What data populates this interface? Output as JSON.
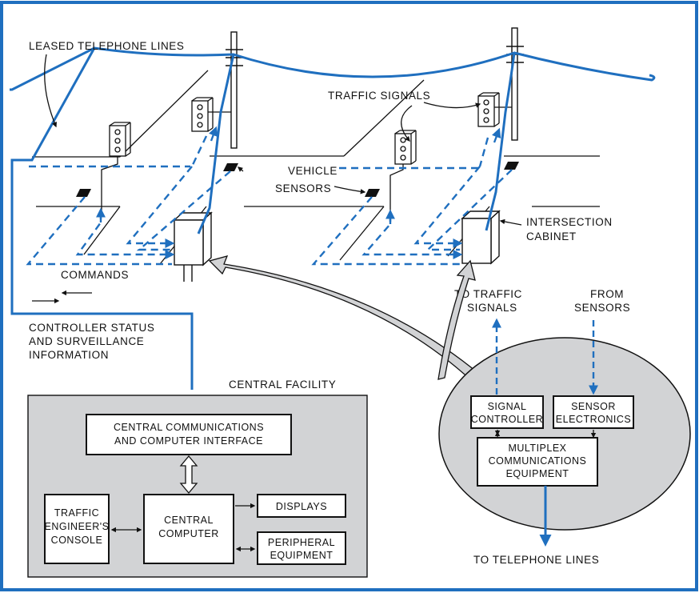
{
  "colors": {
    "blue": "#1f6fbf",
    "frame": "#1f6fbf",
    "facility_fill": "#d2d3d5",
    "bubble_fill": "#d2d3d5",
    "ink": "#111111"
  },
  "labels": {
    "leased_lines": "LEASED TELEPHONE LINES",
    "traffic_signals": "TRAFFIC SIGNALS",
    "vehicle_sensors": [
      "VEHICLE",
      "SENSORS"
    ],
    "intersection_cabinet": [
      "INTERSECTION",
      "CABINET"
    ],
    "commands": "COMMANDS",
    "controller_status": [
      "CONTROLLER STATUS",
      "AND SURVEILLANCE",
      "INFORMATION"
    ],
    "to_traffic_signals": [
      "TO TRAFFIC",
      "SIGNALS"
    ],
    "from_sensors": [
      "FROM",
      "SENSORS"
    ],
    "to_telephone_lines": "TO TELEPHONE LINES"
  },
  "central_facility": {
    "title": "CENTRAL FACILITY",
    "comm_interface": [
      "CENTRAL COMMUNICATIONS",
      "AND COMPUTER INTERFACE"
    ],
    "engineer_console": [
      "TRAFFIC",
      "ENGINEER'S",
      "CONSOLE"
    ],
    "central_computer": [
      "CENTRAL",
      "COMPUTER"
    ],
    "displays": "DISPLAYS",
    "peripheral": [
      "PERIPHERAL",
      "EQUIPMENT"
    ]
  },
  "cabinet_detail": {
    "signal_controller": [
      "SIGNAL",
      "CONTROLLER"
    ],
    "sensor_electronics": [
      "SENSOR",
      "ELECTRONICS"
    ],
    "multiplex": [
      "MULTIPLEX",
      "COMMUNICATIONS",
      "EQUIPMENT"
    ]
  }
}
